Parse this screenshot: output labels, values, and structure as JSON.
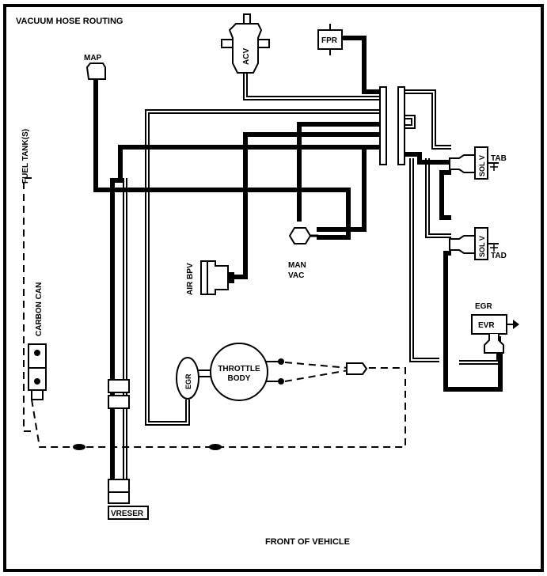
{
  "title": "VACUUM HOSE ROUTING",
  "footer": "FRONT OF VEHICLE",
  "labels": {
    "map": "MAP",
    "fpr": "FPR",
    "acv": "ACV",
    "fuel_tank": "FUEL TANK(S)",
    "carbon_can": "CARBON CAN",
    "air_bpv": "AIR BPV",
    "man_vac_1": "MAN",
    "man_vac_2": "VAC",
    "sol_v_1": "SOL V",
    "sol_v_2": "SOL V",
    "tab": "TAB",
    "tad": "TAD",
    "egr_top": "EGR",
    "evr": "EVR",
    "egr_valve": "EGR",
    "throttle_1": "THROTTLE",
    "throttle_2": "BODY",
    "vreser": "VRESER"
  },
  "colors": {
    "line": "#000000",
    "background": "#ffffff"
  }
}
